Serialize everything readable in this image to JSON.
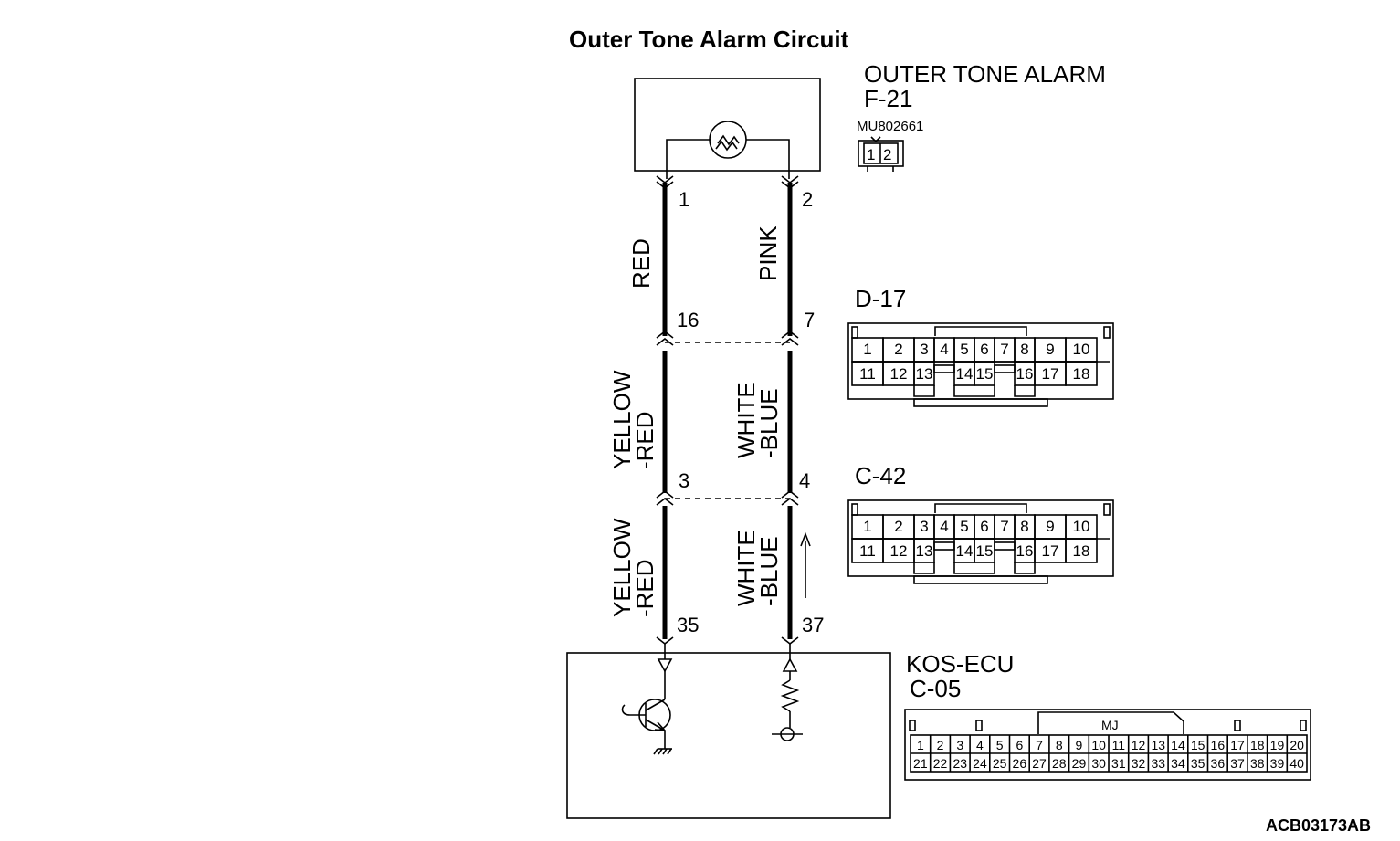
{
  "title": "Outer Tone Alarm Circuit",
  "figure_id": "ACB03173AB",
  "components": {
    "alarm": {
      "name": "OUTER TONE ALARM",
      "connector": "F-21",
      "part_number": "MU802661",
      "pins": [
        "1",
        "2"
      ]
    },
    "d17": {
      "connector": "D-17",
      "row1": [
        "1",
        "2",
        "3",
        "4",
        "5",
        "6",
        "7",
        "8",
        "9",
        "10"
      ],
      "row2": [
        "11",
        "12",
        "13",
        "14",
        "15",
        "16",
        "17",
        "18"
      ]
    },
    "c42": {
      "connector": "C-42",
      "row1": [
        "1",
        "2",
        "3",
        "4",
        "5",
        "6",
        "7",
        "8",
        "9",
        "10"
      ],
      "row2": [
        "11",
        "12",
        "13",
        "14",
        "15",
        "16",
        "17",
        "18"
      ]
    },
    "ecu": {
      "name": "KOS-ECU",
      "connector": "C-05",
      "key": "MJ",
      "row1": [
        "1",
        "2",
        "3",
        "4",
        "5",
        "6",
        "7",
        "8",
        "9",
        "10",
        "11",
        "12",
        "13",
        "14",
        "15",
        "16",
        "17",
        "18",
        "19",
        "20"
      ],
      "row2": [
        "21",
        "22",
        "23",
        "24",
        "25",
        "26",
        "27",
        "28",
        "29",
        "30",
        "31",
        "32",
        "33",
        "34",
        "35",
        "36",
        "37",
        "38",
        "39",
        "40"
      ]
    }
  },
  "wires": {
    "left": {
      "pins": [
        "1",
        "16",
        "3",
        "35"
      ],
      "colors": [
        "RED",
        "YELLOW\n-RED",
        "YELLOW\n-RED"
      ]
    },
    "right": {
      "pins": [
        "2",
        "7",
        "4",
        "37"
      ],
      "colors": [
        "PINK",
        "WHITE\n-BLUE",
        "WHITE\n-BLUE"
      ]
    }
  }
}
